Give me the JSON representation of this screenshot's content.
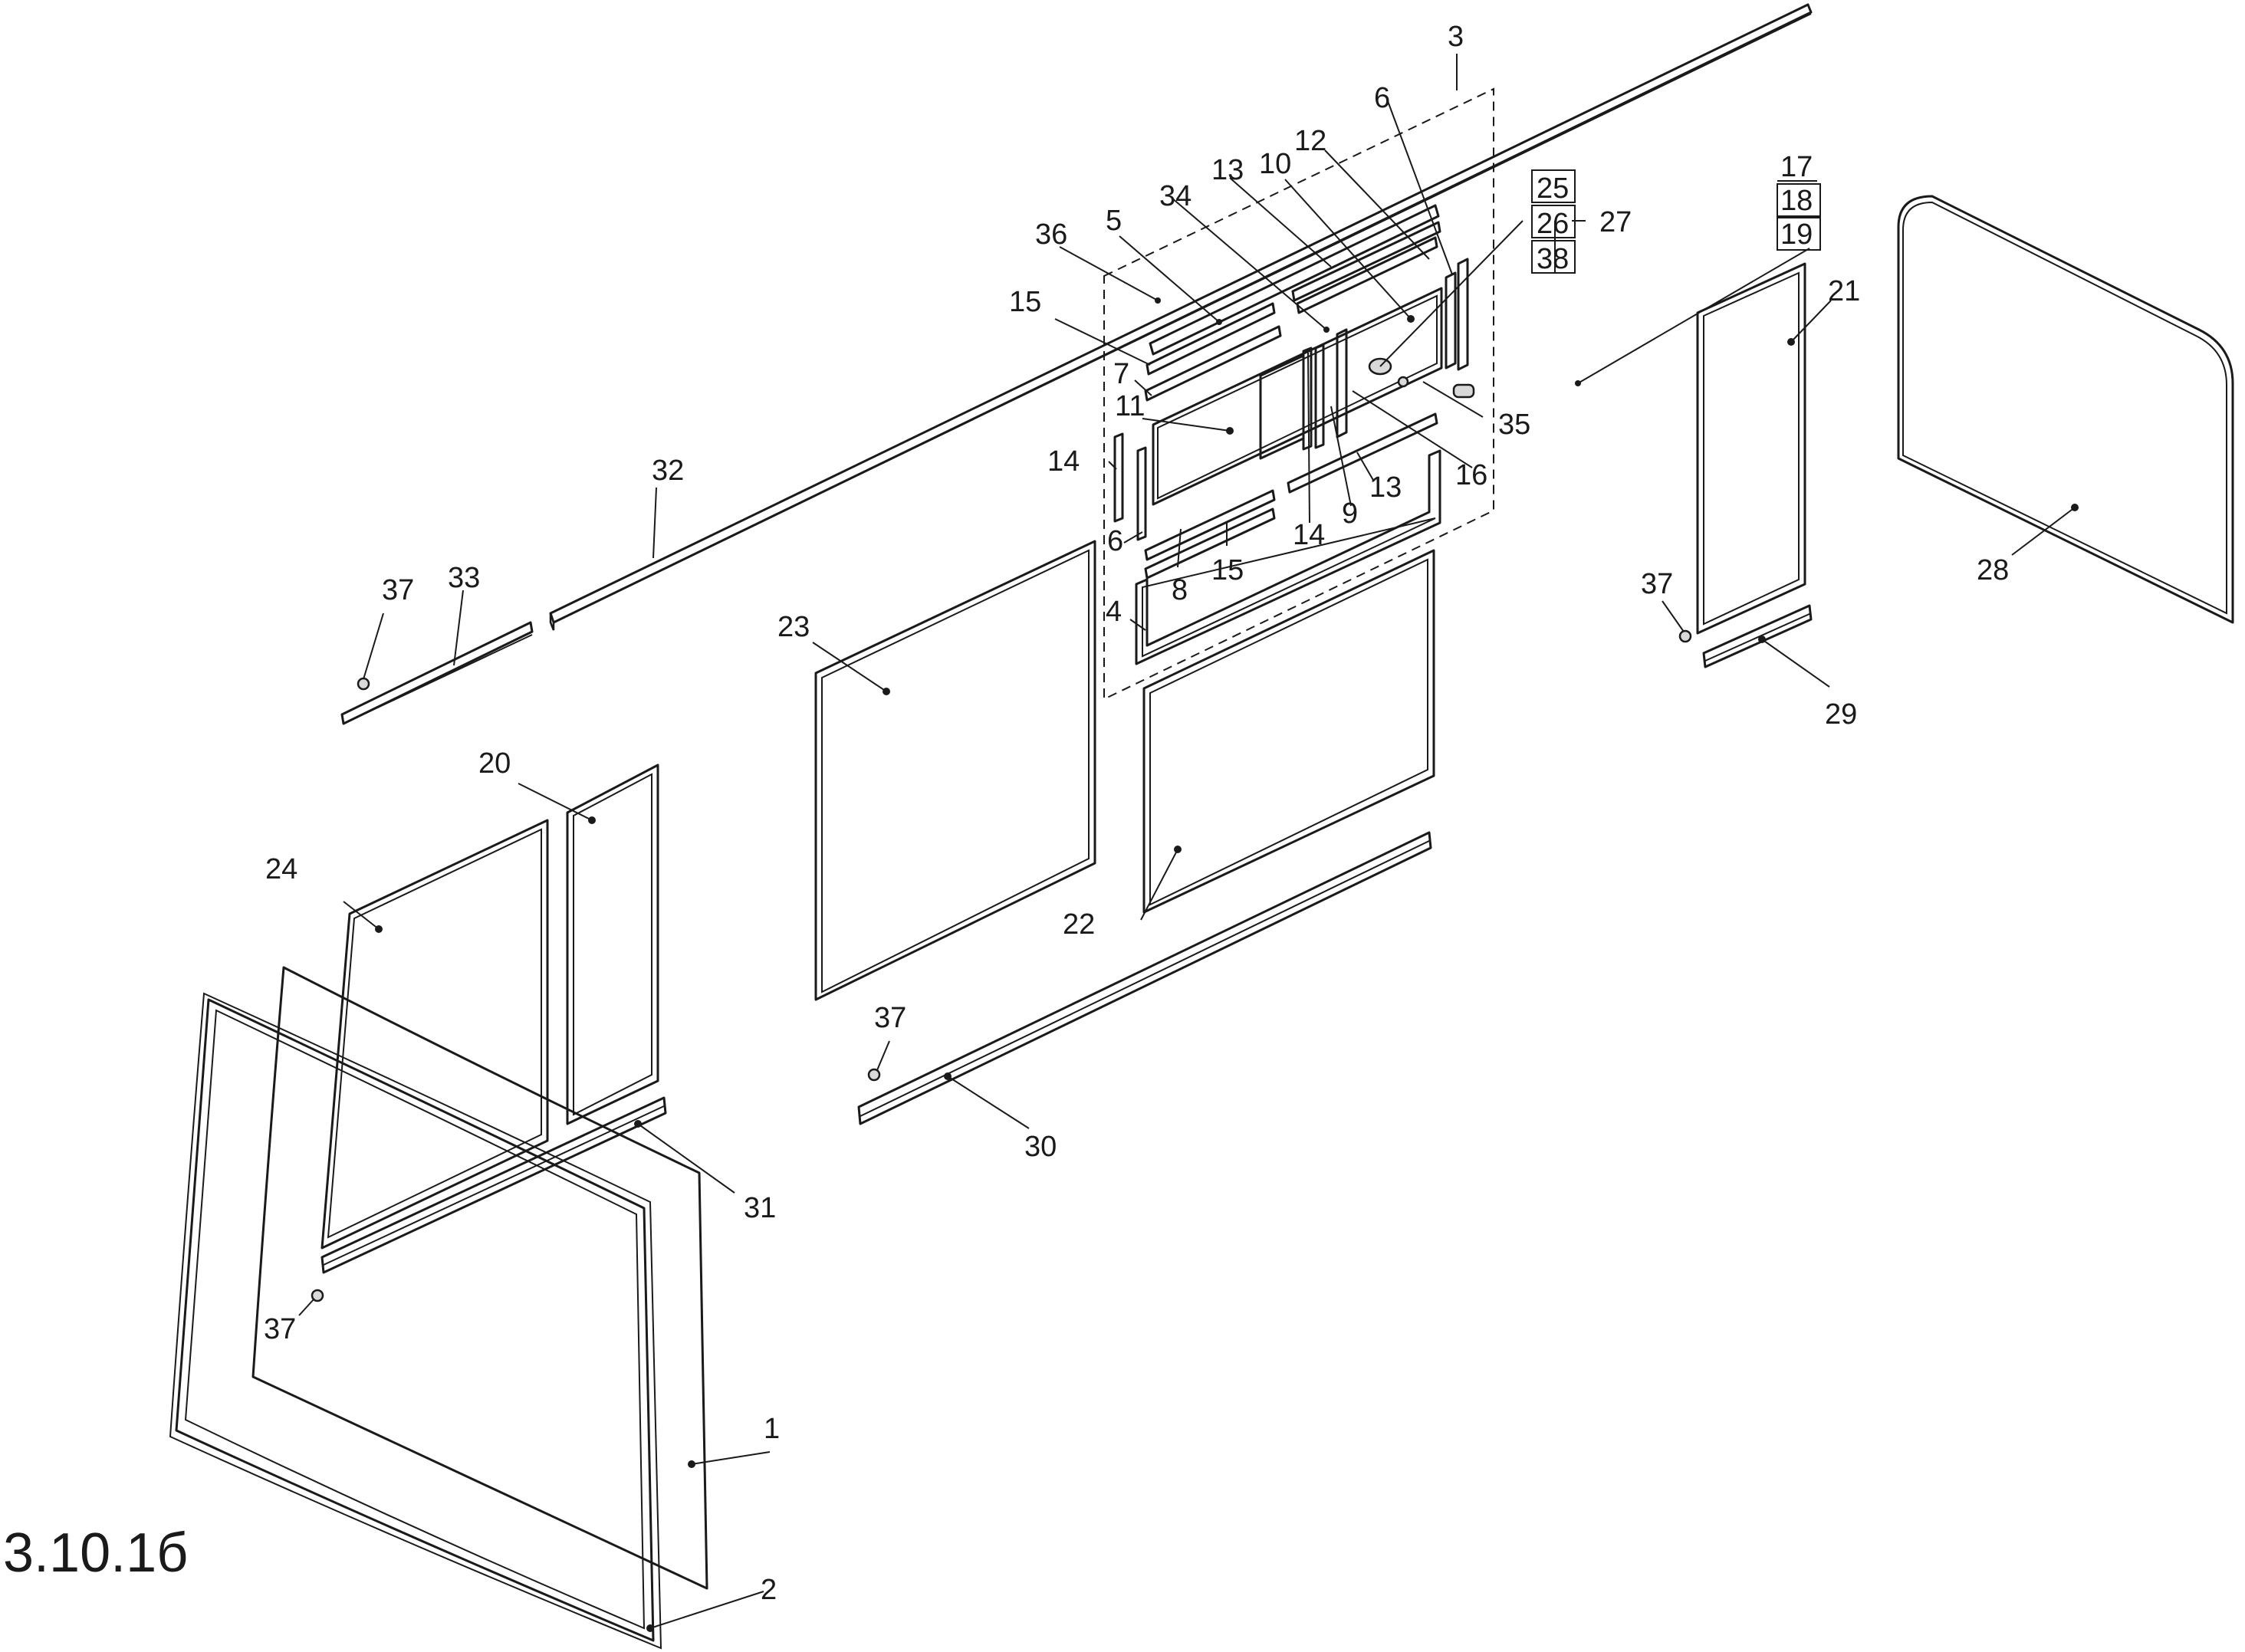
{
  "figure": {
    "label": "3.10.1б"
  },
  "callouts": {
    "c1": "1",
    "c2": "2",
    "c3": "3",
    "c4": "4",
    "c5": "5",
    "c6a": "6",
    "c6b": "6",
    "c7": "7",
    "c8": "8",
    "c9": "9",
    "c10": "10",
    "c11": "11",
    "c12": "12",
    "c13a": "13",
    "c13b": "13",
    "c14a": "14",
    "c14b": "14",
    "c15a": "15",
    "c15b": "15",
    "c16": "16",
    "c17": "17",
    "c18": "18",
    "c19": "19",
    "c20": "20",
    "c21": "21",
    "c22": "22",
    "c23": "23",
    "c24": "24",
    "c25": "25",
    "c26": "26",
    "c27": "27",
    "c28": "28",
    "c29": "29",
    "c30": "30",
    "c31": "31",
    "c32": "32",
    "c33": "33",
    "c34": "34",
    "c35": "35",
    "c36": "36",
    "c37a": "37",
    "c37b": "37",
    "c37c": "37",
    "c37d": "37",
    "c38": "38"
  }
}
